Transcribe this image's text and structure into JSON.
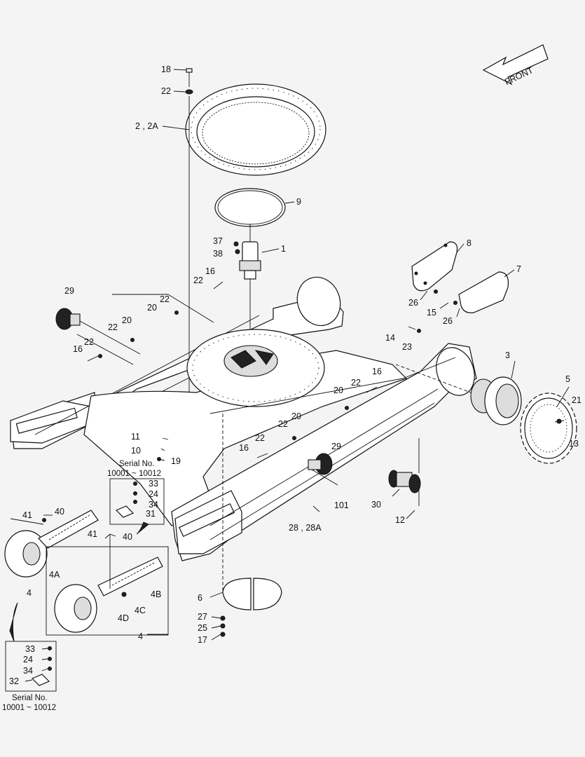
{
  "arrow": {
    "text": "FRONT"
  },
  "serial_boxes": [
    {
      "title": "Serial No.",
      "range": "10001 ~ 10012"
    },
    {
      "title": "Serial No.",
      "range": "10001 ~ 10012"
    }
  ],
  "callouts": {
    "c18": "18",
    "c22a": "22",
    "c2": "2 , 2A",
    "c9": "9",
    "c37": "37",
    "c38": "38",
    "c1": "1",
    "c8": "8",
    "c7": "7",
    "c26a": "26",
    "c15": "15",
    "c26b": "26",
    "c16a": "16",
    "c22b": "22",
    "c29a": "29",
    "c22c": "22",
    "c20a": "20",
    "c22d": "22",
    "c20b": "20",
    "c22e": "22",
    "c16b": "16",
    "c14": "14",
    "c23": "23",
    "c3": "3",
    "c5": "5",
    "c21": "21",
    "c13": "13",
    "c16c": "16",
    "c20c": "20",
    "c22f": "22",
    "c20d": "20",
    "c22g": "22",
    "c22h": "22",
    "c16d": "16",
    "c29b": "29",
    "c30": "30",
    "c101": "101",
    "c12": "12",
    "c28": "28 , 28A",
    "c11": "11",
    "c10": "10",
    "c19": "19",
    "c33a": "33",
    "c24a": "24",
    "c34a": "34",
    "c31": "31",
    "c41a": "41",
    "c40a": "40",
    "c41b": "41",
    "c40b": "40",
    "c4a": "4",
    "c4A": "4A",
    "c4B": "4B",
    "c4C": "4C",
    "c4D": "4D",
    "c4b": "4",
    "c6": "6",
    "c27": "27",
    "c25": "25",
    "c17": "17",
    "c33b": "33",
    "c24b": "24",
    "c34b": "34",
    "c32": "32"
  }
}
